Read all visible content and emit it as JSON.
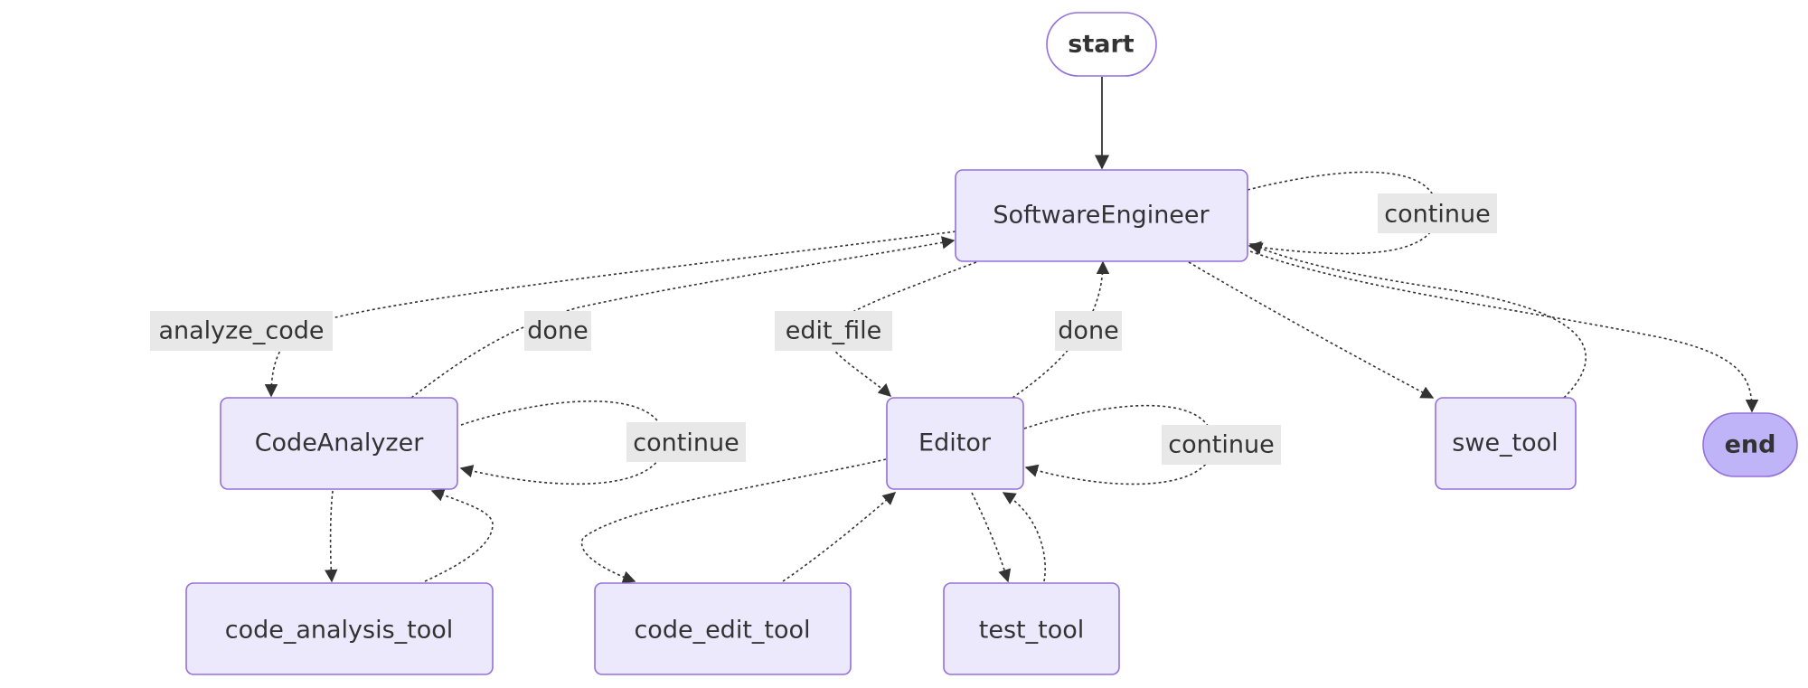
{
  "nodes": {
    "start": "start",
    "software_engineer": "SoftwareEngineer",
    "code_analyzer": "CodeAnalyzer",
    "editor": "Editor",
    "swe_tool": "swe_tool",
    "end": "end",
    "code_analysis_tool": "code_analysis_tool",
    "code_edit_tool": "code_edit_tool",
    "test_tool": "test_tool"
  },
  "edge_labels": {
    "se_continue": "continue",
    "analyze_code": "analyze_code",
    "ca_done": "done",
    "edit_file": "edit_file",
    "ed_done": "done",
    "ca_continue": "continue",
    "ed_continue": "continue"
  },
  "colors": {
    "node_fill": "#ece9fd",
    "node_stroke": "#9370db",
    "end_fill": "#bfb4f7",
    "edge": "#333333",
    "label_bg": "#e8e8e8"
  }
}
